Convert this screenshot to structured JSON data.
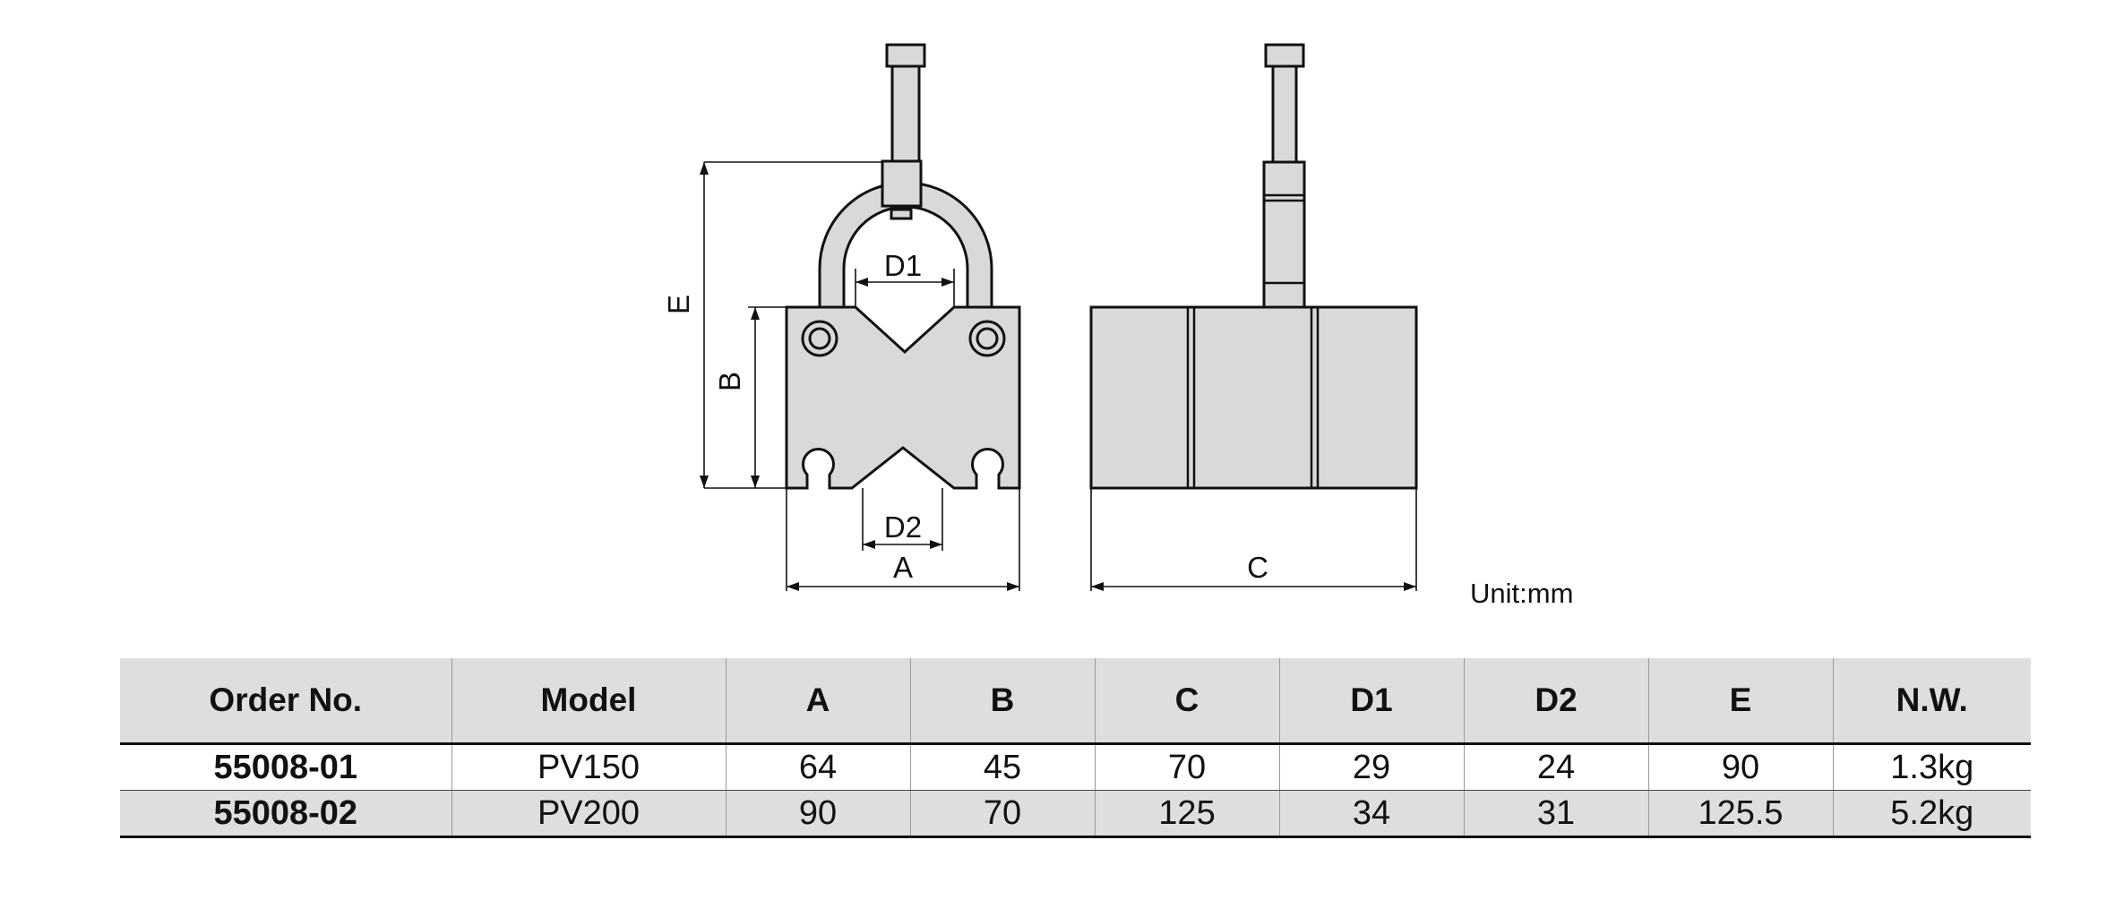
{
  "drawing": {
    "dims": {
      "A": "A",
      "B": "B",
      "C": "C",
      "D1": "D1",
      "D2": "D2",
      "E": "E"
    },
    "unit": "Unit:mm"
  },
  "table": {
    "headers": [
      "Order No.",
      "Model",
      "A",
      "B",
      "C",
      "D1",
      "D2",
      "E",
      "N.W."
    ],
    "rows": [
      [
        "55008-01",
        "PV150",
        "64",
        "45",
        "70",
        "29",
        "24",
        "90",
        "1.3kg"
      ],
      [
        "55008-02",
        "PV200",
        "90",
        "70",
        "125",
        "34",
        "31",
        "125.5",
        "5.2kg"
      ]
    ]
  },
  "colors": {
    "body_fill": "#d9d9d9",
    "header_bg": "#dedede",
    "row_alt_bg": "#dedede",
    "line": "#111111"
  }
}
